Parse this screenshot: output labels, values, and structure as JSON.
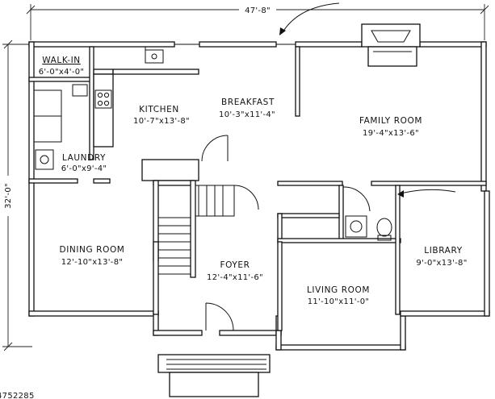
{
  "dimensions": {
    "width": "47'-8\"",
    "depth": "32'-0\""
  },
  "rooms": [
    {
      "name": "WALK-IN",
      "size": "6'-0\"x4'-0\""
    },
    {
      "name": "KITCHEN",
      "size": "10'-7\"x13'-8\""
    },
    {
      "name": "BREAKFAST",
      "size": "10'-3\"x11'-4\""
    },
    {
      "name": "FAMILY ROOM",
      "size": "19'-4\"x13'-6\""
    },
    {
      "name": "LAUNDRY",
      "size": "6'-0\"x9'-4\""
    },
    {
      "name": "DINING ROOM",
      "size": "12'-10\"x13'-8\""
    },
    {
      "name": "FOYER",
      "size": "12'-4\"x11'-6\""
    },
    {
      "name": "LIVING ROOM",
      "size": "11'-10\"x11'-0\""
    },
    {
      "name": "LIBRARY",
      "size": "9'-0\"x13'-8\""
    }
  ],
  "listing_id": "4752285"
}
